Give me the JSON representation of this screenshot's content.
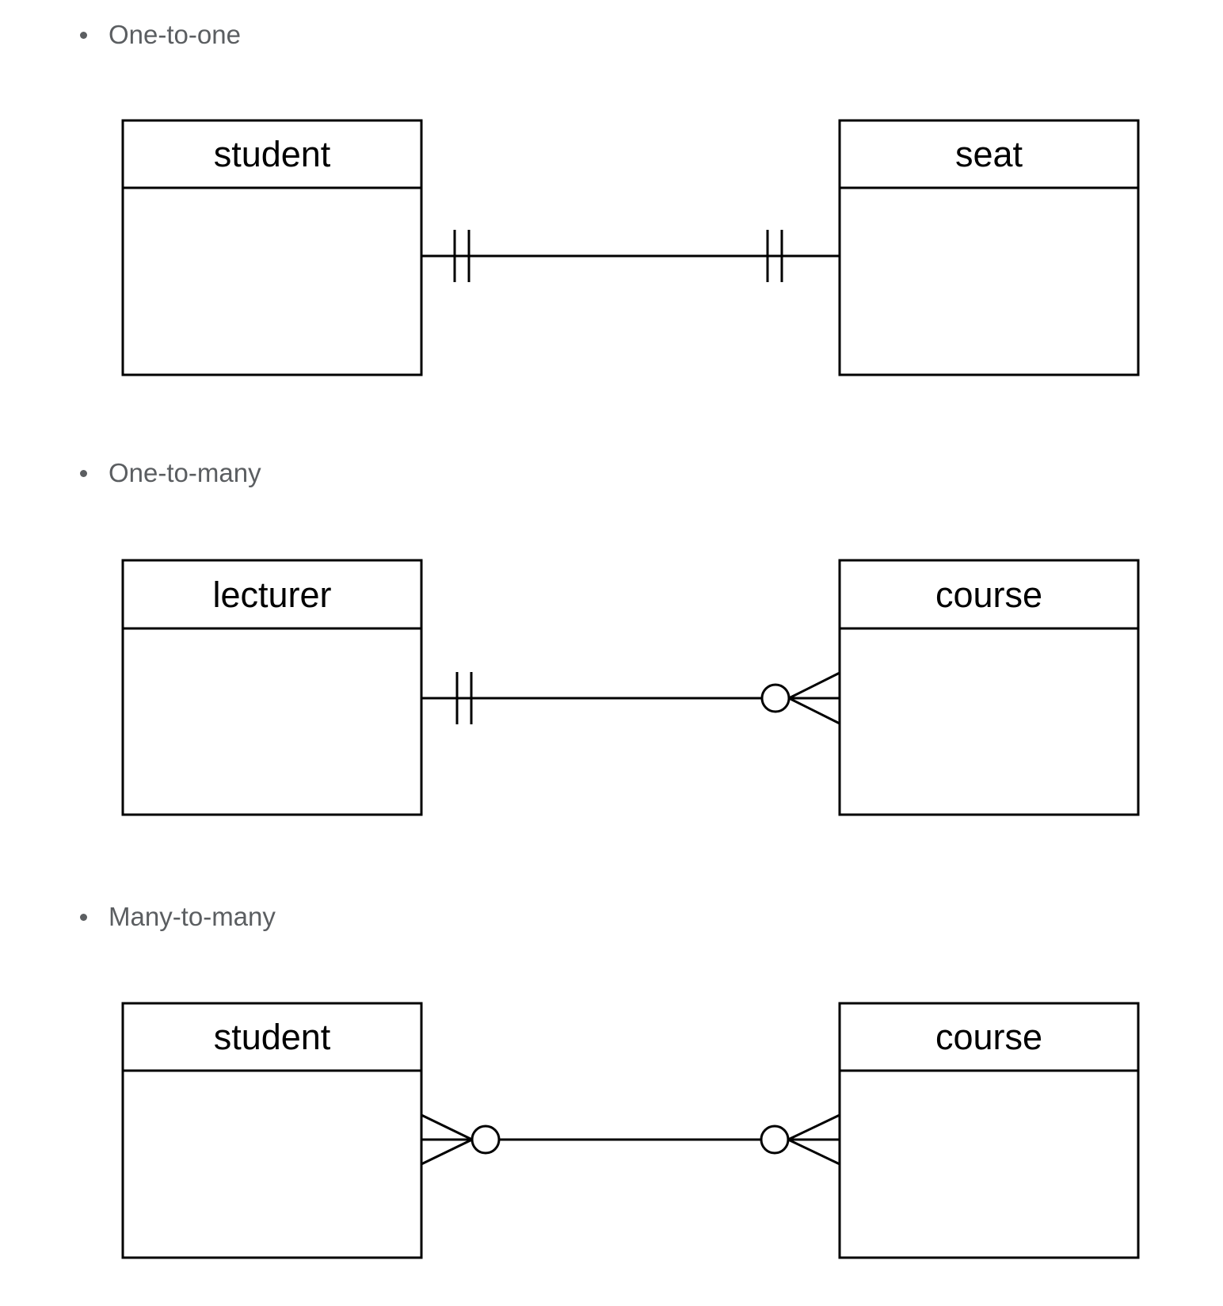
{
  "colors": {
    "background": "#ffffff",
    "bullet_text": "#5b5e61",
    "entity_text": "#000000",
    "line": "#000000",
    "box_fill": "#ffffff"
  },
  "sections": [
    {
      "bullet_label": "One-to-one",
      "left_entity": "student",
      "right_entity": "seat",
      "left_marker": "one-double-tick",
      "right_marker": "one-double-tick"
    },
    {
      "bullet_label": "One-to-many",
      "left_entity": "lecturer",
      "right_entity": "course",
      "left_marker": "one-double-tick",
      "right_marker": "zero-or-many-crow-foot-circle"
    },
    {
      "bullet_label": "Many-to-many",
      "left_entity": "student",
      "right_entity": "course",
      "left_marker": "zero-or-many-crow-foot-circle",
      "right_marker": "zero-or-many-crow-foot-circle"
    }
  ]
}
